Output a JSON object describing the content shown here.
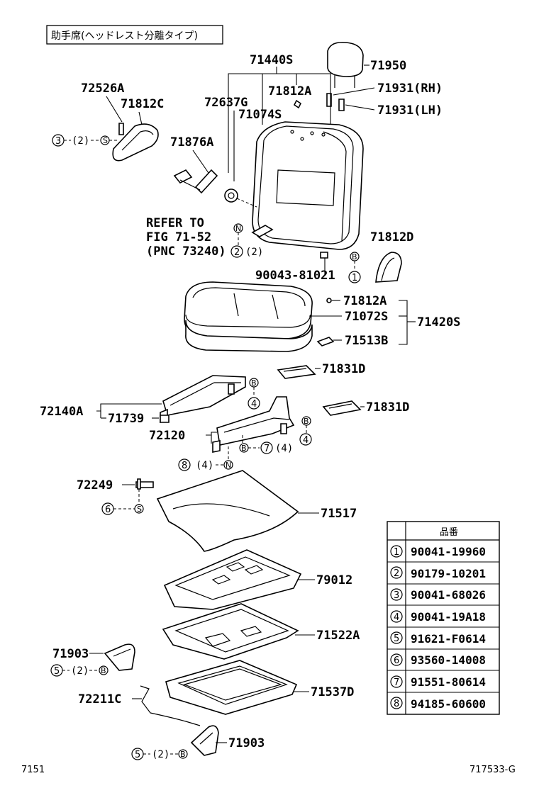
{
  "header_label": "助手席(ヘッドレスト分離タイプ)",
  "labels": {
    "p71440S": "71440S",
    "p71950": "71950",
    "p71931_rh": "71931(RH)",
    "p71931_lh": "71931(LH)",
    "p72526A": "72526A",
    "p71812C": "71812C",
    "p72637G": "72637G",
    "p71812A_top": "71812A",
    "p71074S": "71074S",
    "p71876A": "71876A",
    "refer_1": "REFER TO",
    "refer_2": "FIG 71-52",
    "refer_3": "(PNC 73240)",
    "p71812D": "71812D",
    "p90043": "90043-81021",
    "p71812A_mid": "71812A",
    "p71072S": "71072S",
    "p71420S": "71420S",
    "p71513B": "71513B",
    "p71831D_a": "71831D",
    "p72140A": "72140A",
    "p71739": "71739",
    "p71831D_b": "71831D",
    "p72120": "72120",
    "p72249": "72249",
    "p71517": "71517",
    "p79012": "79012",
    "p71522A": "71522A",
    "p71903_a": "71903",
    "p72211C": "72211C",
    "p71537D": "71537D",
    "p71903_b": "71903"
  },
  "callouts": {
    "c3_qty": "(2)",
    "c2_qty": "(2)",
    "c7_qty": "(4)",
    "c8_qty": "(4)",
    "c5a_qty": "(2)",
    "c5b_qty": "(2)",
    "S": "S",
    "B": "B",
    "N": "N",
    "n1": "1",
    "n2": "2",
    "n3": "3",
    "n4": "4",
    "n5": "5",
    "n6": "6",
    "n7": "7",
    "n8": "8"
  },
  "parts_table": {
    "header": "品番",
    "rows": [
      {
        "no": "1",
        "part": "90041-19960"
      },
      {
        "no": "2",
        "part": "90179-10201"
      },
      {
        "no": "3",
        "part": "90041-68026"
      },
      {
        "no": "4",
        "part": "90041-19A18"
      },
      {
        "no": "5",
        "part": "91621-F0614"
      },
      {
        "no": "6",
        "part": "93560-14008"
      },
      {
        "no": "7",
        "part": "91551-80614"
      },
      {
        "no": "8",
        "part": "94185-60600"
      }
    ]
  },
  "footer": {
    "left": "7151",
    "right": "717533-G"
  }
}
